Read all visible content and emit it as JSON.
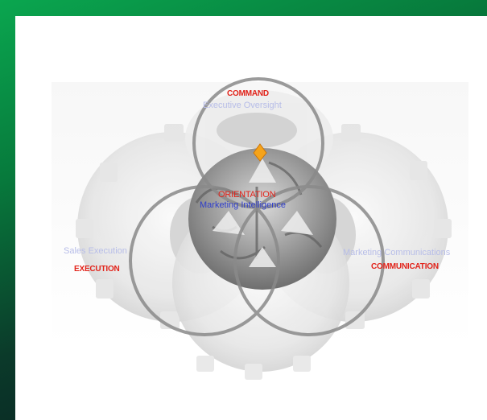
{
  "labels": {
    "command": "COMMAND",
    "executive_oversight": "Executive Oversight",
    "orientation": "ORIENTATION",
    "marketing_intelligence": "Marketing Intelligence",
    "sales_execution": "Sales Execution",
    "execution": "EXECUTION",
    "marketing_communications": "Marketing Communications",
    "communication": "COMMUNICATION"
  },
  "colors": {
    "accent_red": "#e2231a",
    "label_blue": "#2f3ecb",
    "faint_label": "#b7bde8",
    "ring": "#8a8a8a",
    "marker": "#f5a31a"
  }
}
